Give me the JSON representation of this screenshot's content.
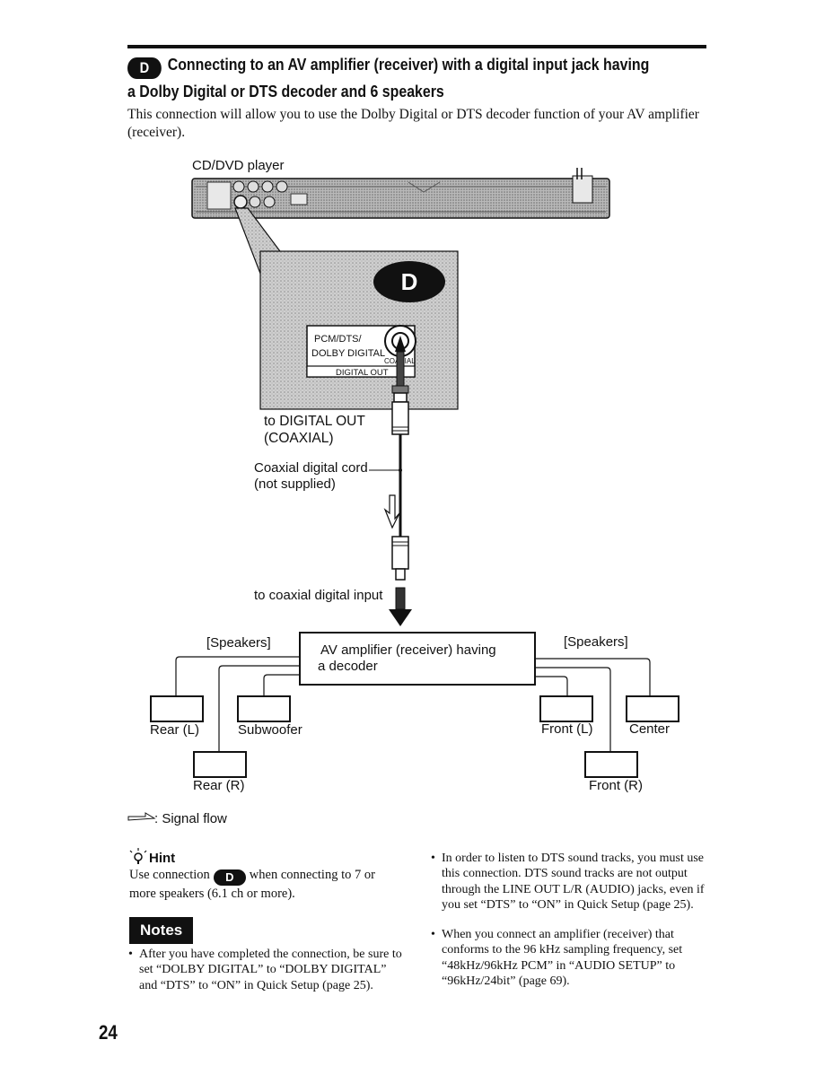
{
  "header": {
    "badge": "D",
    "title_line1": "Connecting to an AV amplifier (receiver) with a digital input jack having",
    "title_line2": "a Dolby Digital or DTS decoder and 6 speakers"
  },
  "intro": "This connection will allow you to use the Dolby Digital or DTS decoder function of your AV amplifier (receiver).",
  "diagram": {
    "player_label": "CD/DVD player",
    "badge": "D",
    "jack_label_line1": "PCM/DTS/",
    "jack_label_line2": "DOLBY DIGITAL",
    "jack_coaxial": "COAXIAL",
    "jack_digital_out": "DIGITAL OUT",
    "to_digital_out_line1": "to DIGITAL OUT",
    "to_digital_out_line2": "(COAXIAL)",
    "cord_line1": "Coaxial digital cord",
    "cord_line2": "(not supplied)",
    "to_coaxial_input": "to coaxial digital input",
    "speakers_left": "[Speakers]",
    "speakers_right": "[Speakers]",
    "amp_line1": "AV amplifier (receiver) having",
    "amp_line2": "a decoder",
    "rear_l": "Rear (L)",
    "subwoofer": "Subwoofer",
    "rear_r": "Rear (R)",
    "front_l": "Front (L)",
    "center": "Center",
    "front_r": "Front (R)",
    "signal_flow": ": Signal flow"
  },
  "hint": {
    "title": "Hint",
    "text_before": "Use connection",
    "badge": "D",
    "text_after": "when connecting to 7 or more speakers (6.1 ch or more)."
  },
  "notes": {
    "title": "Notes",
    "items": [
      "After you have completed the connection, be sure to set “DOLBY DIGITAL” to “DOLBY DIGITAL” and “DTS” to “ON” in Quick Setup (page 25).",
      "In order to listen to DTS sound tracks, you must use this connection. DTS sound tracks are not output through the LINE OUT L/R (AUDIO) jacks, even if you set “DTS” to “ON” in Quick Setup (page 25).",
      "When you connect an amplifier (receiver) that conforms to the 96 kHz sampling frequency, set “48kHz/96kHz PCM” in “AUDIO SETUP” to “96kHz/24bit” (page 69)."
    ]
  },
  "page_number": "24"
}
